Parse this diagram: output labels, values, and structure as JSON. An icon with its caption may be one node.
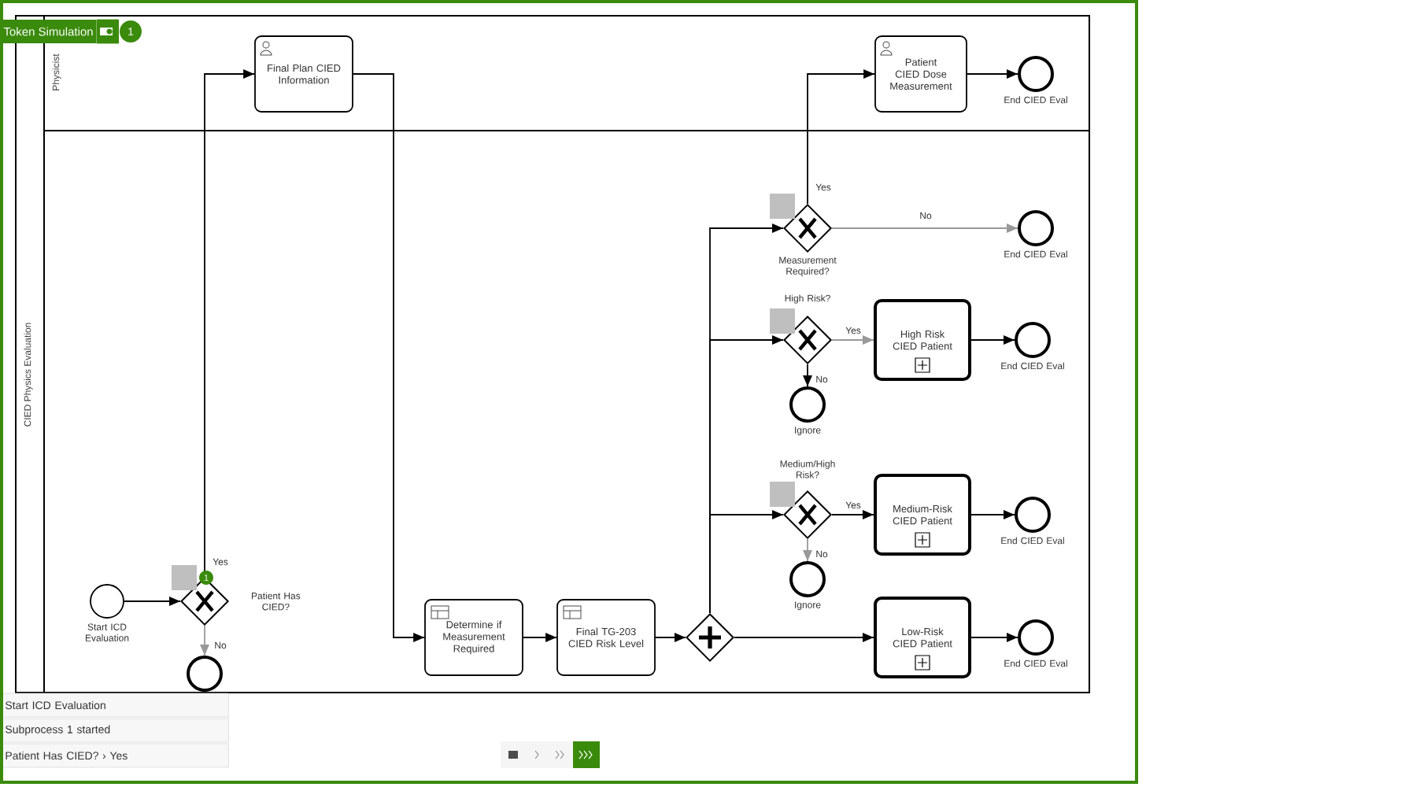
{
  "diagram": {
    "nodes": [
      {
        "text": [
          "CIED Physics Evaluation"
        ]
      },
      {
        "text": [
          "Physicist"
        ],
        "in": 0
      },
      {
        "text": [],
        "shape": "box",
        "in": 0
      },
      {
        "text": [
          "Final Plan CIED Information"
        ],
        "in": 1
      },
      {
        "text": [
          "Patient CIED Dose Measurement"
        ],
        "in": 1
      },
      {
        "text": [],
        "shape": "circle",
        "in": 1,
        "beside": [
          "End CIED Eval"
        ]
      },
      {
        "text": [],
        "shape": "circle",
        "in": 2,
        "beside": [
          "Start ICD Evaluation"
        ]
      },
      {
        "text": [],
        "shape": "diamond",
        "in": 2,
        "beside": [
          "Patient Has CIED?"
        ]
      },
      {
        "text": [],
        "shape": "circle",
        "in": 2
      },
      {
        "text": [
          "Determine if Measurement Required"
        ],
        "in": 2
      },
      {
        "text": [
          "Final TG-203 CIED Risk Level"
        ],
        "in": 2
      },
      {
        "text": [],
        "shape": "diamond",
        "in": 2
      },
      {
        "text": [],
        "shape": "diamond",
        "in": 2,
        "beside": [
          "Measurement Required?"
        ]
      },
      {
        "text": [],
        "shape": "circle",
        "in": 2,
        "beside": [
          "End CIED Eval"
        ]
      },
      {
        "text": [],
        "shape": "diamond",
        "in": 2,
        "beside": [
          "High Risk?"
        ]
      },
      {
        "text": [
          "High Risk CIED Patient"
        ],
        "in": 2
      },
      {
        "text": [],
        "shape": "circle",
        "in": 2,
        "beside": [
          "End CIED Eval"
        ]
      },
      {
        "text": [],
        "shape": "circle",
        "in": 2,
        "beside": [
          "Ignore"
        ]
      },
      {
        "text": [],
        "shape": "diamond",
        "in": 2,
        "beside": [
          "Medium/High Risk?"
        ]
      },
      {
        "text": [
          "Medium-Risk CIED Patient"
        ],
        "in": 2
      },
      {
        "text": [],
        "shape": "circle",
        "in": 2,
        "beside": [
          "End CIED Eval"
        ]
      },
      {
        "text": [],
        "shape": "circle",
        "in": 2,
        "beside": [
          "Ignore"
        ]
      },
      {
        "text": [
          "Low-Risk CIED Patient"
        ],
        "in": 2
      },
      {
        "text": [],
        "shape": "circle",
        "in": 2,
        "beside": [
          "End CIED Eval"
        ]
      }
    ],
    "edges": [
      {
        "from": 6,
        "to": 7,
        "arrow": "to"
      },
      {
        "from": 7,
        "to": 3,
        "arrow": "to",
        "label": "Yes"
      },
      {
        "from": 7,
        "to": 8,
        "arrow": "to",
        "label": "No",
        "color": "#999999"
      },
      {
        "from": 3,
        "to": 9,
        "arrow": "to"
      },
      {
        "from": 9,
        "to": 10,
        "arrow": "to"
      },
      {
        "from": 10,
        "to": 11,
        "arrow": "to"
      },
      {
        "from": 11,
        "to": 12,
        "arrow": "to"
      },
      {
        "from": 11,
        "to": 14,
        "arrow": "to"
      },
      {
        "from": 11,
        "to": 18,
        "arrow": "to"
      },
      {
        "from": 11,
        "to": 22,
        "arrow": "to"
      },
      {
        "from": 12,
        "to": 4,
        "arrow": "to",
        "label": "Yes"
      },
      {
        "from": 12,
        "to": 13,
        "arrow": "to",
        "label": "No",
        "color": "#999999"
      },
      {
        "from": 4,
        "to": 5,
        "arrow": "to"
      },
      {
        "from": 14,
        "to": 15,
        "arrow": "to",
        "label": "Yes",
        "color": "#999999"
      },
      {
        "from": 14,
        "to": 17,
        "arrow": "to",
        "label": "No"
      },
      {
        "from": 15,
        "to": 16,
        "arrow": "to"
      },
      {
        "from": 18,
        "to": 19,
        "arrow": "to",
        "label": "Yes"
      },
      {
        "from": 18,
        "to": 21,
        "arrow": "to",
        "label": "No",
        "color": "#999999"
      },
      {
        "from": 19,
        "to": 20,
        "arrow": "to"
      },
      {
        "from": 22,
        "to": 23,
        "arrow": "to"
      }
    ],
    "labels": [
      "Token Simulation",
      "1",
      "1",
      "Start ICD Evaluation",
      "Subprocess 1 started",
      "Patient Has CIED? › Yes"
    ]
  }
}
